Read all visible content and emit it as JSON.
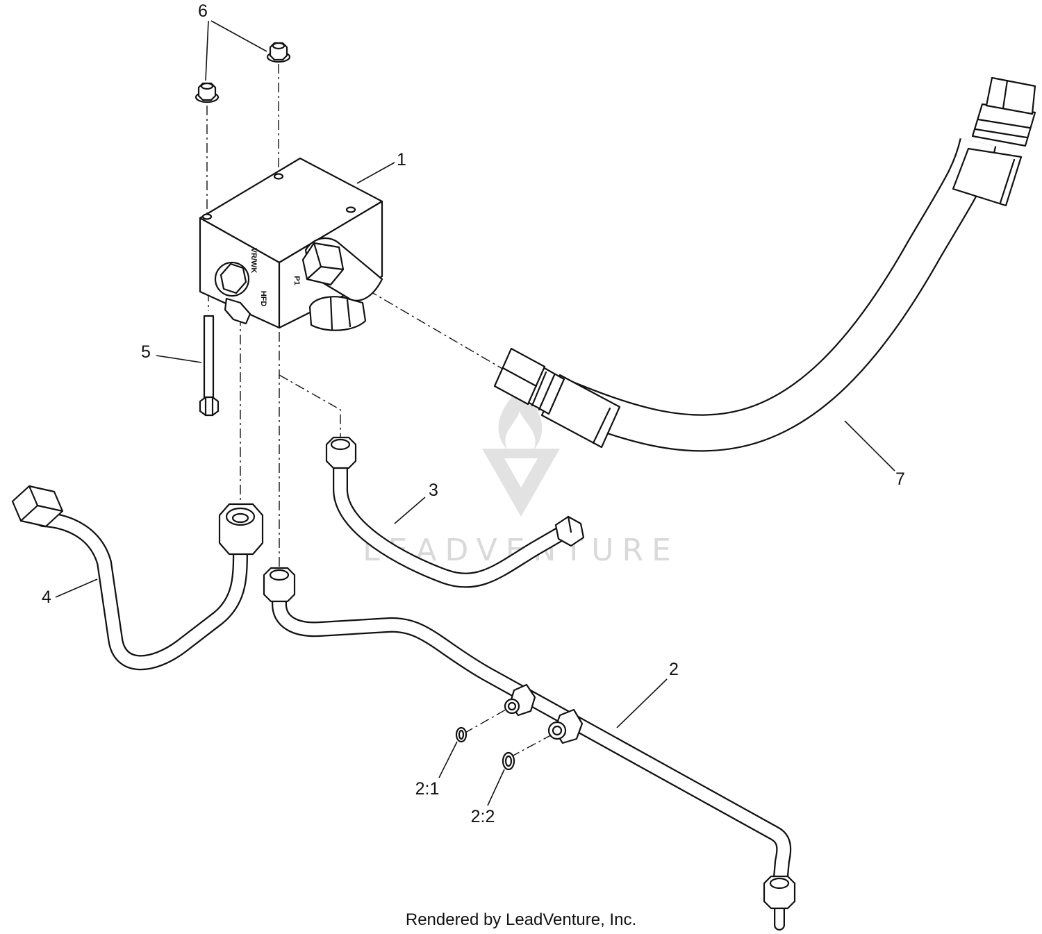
{
  "diagram": {
    "callouts": {
      "c1": "1",
      "c2": "2",
      "c2_1": "2:1",
      "c2_2": "2:2",
      "c3": "3",
      "c4": "4",
      "c5": "5",
      "c6": "6",
      "c7": "7"
    },
    "block_stamps": {
      "port_left": "HFD",
      "port_mid": "VR/WK",
      "port_right": "P1"
    },
    "watermark": "LEADVENTURE",
    "footer": "Rendered by LeadVenture, Inc."
  }
}
